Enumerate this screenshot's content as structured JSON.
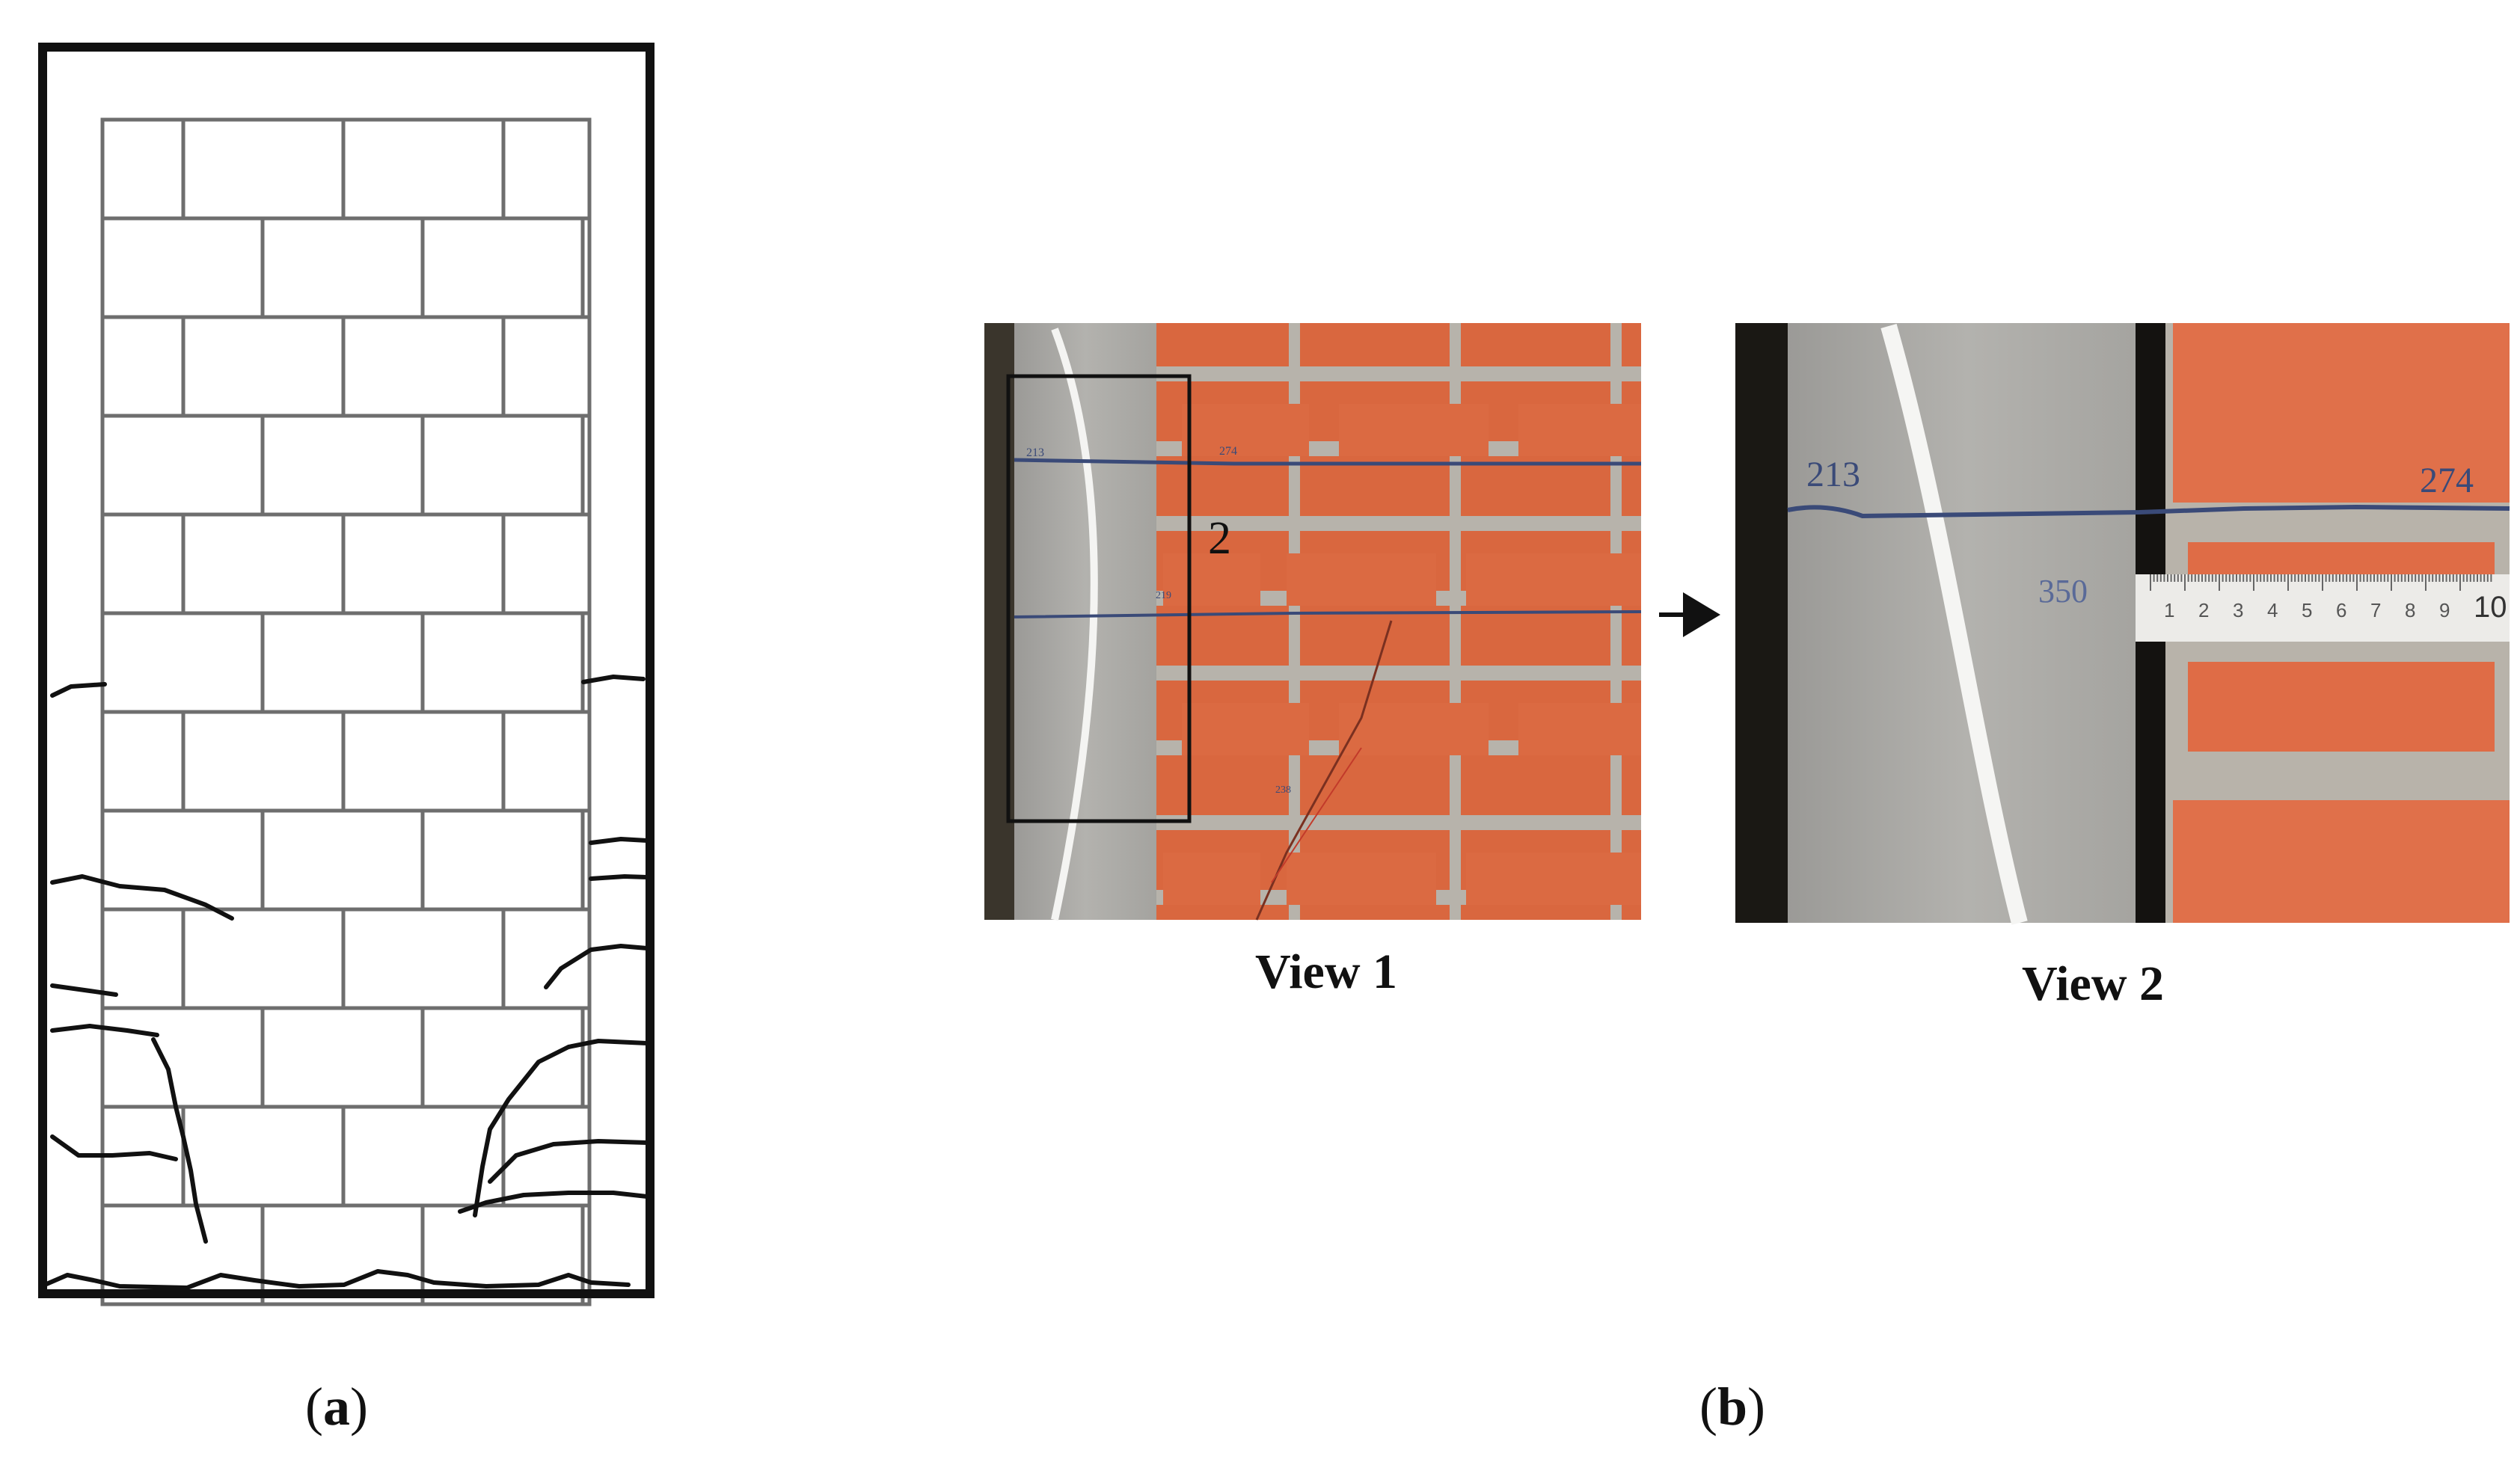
{
  "figure": {
    "panel_a": {
      "label": "a"
    },
    "panel_b": {
      "label": "b",
      "view1": {
        "label": "View 1",
        "marker": "2",
        "marks": [
          "213",
          "274",
          "219",
          "238"
        ]
      },
      "view2": {
        "label": "View 2",
        "marks": [
          "213",
          "274",
          "350"
        ],
        "ruler": [
          "1",
          "2",
          "3",
          "4",
          "5",
          "6",
          "7",
          "8",
          "9",
          "10"
        ]
      }
    }
  },
  "colors": {
    "brick": "#d9673f",
    "mortar": "#b9b4ad",
    "concrete": "#a9a9a7",
    "ink": "#111111"
  }
}
